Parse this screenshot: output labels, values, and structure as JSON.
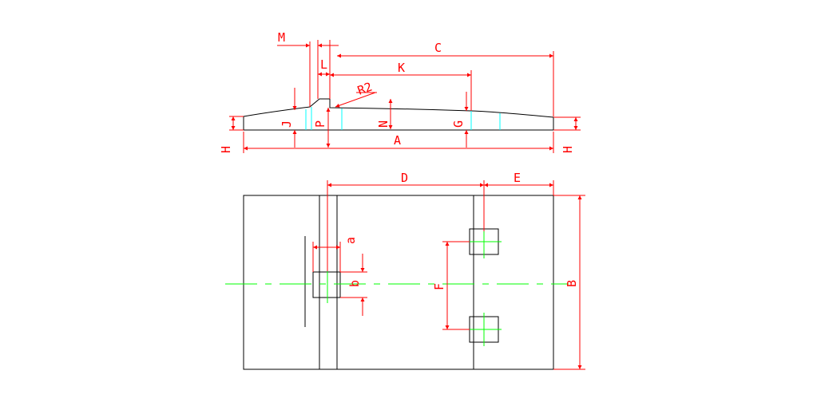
{
  "labels": {
    "A": "A",
    "B": "B",
    "C": "C",
    "D": "D",
    "E": "E",
    "F": "F",
    "G": "G",
    "H_left": "H",
    "H_right": "H",
    "J": "J",
    "K": "K",
    "L": "L",
    "M": "M",
    "N": "N",
    "P": "P",
    "R2": "R2",
    "a": "a",
    "b": "b"
  },
  "colors": {
    "outline": "#000000",
    "dimension": "#ff0000",
    "centerline": "#00ff00",
    "hidden": "#00ffff"
  }
}
